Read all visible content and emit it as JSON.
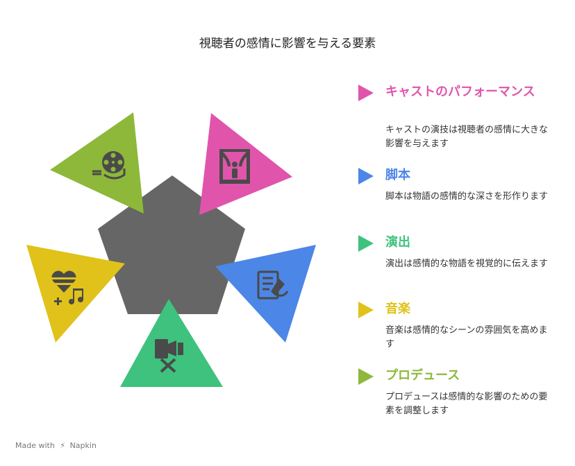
{
  "title": "視聴者の感情に影響を与える要素",
  "colors": {
    "center": "#666666",
    "cast": "#e055ab",
    "script": "#4c86e6",
    "direction": "#3ec27d",
    "music": "#e0c21a",
    "produce": "#8db83a",
    "icon": "#4a4a4a"
  },
  "items": [
    {
      "key": "cast",
      "label": "キャストのパフォーマンス",
      "description": "キャストの演技は視聴者の感情に大きな影響を与えます",
      "color": "#e055ab",
      "icon": "theater-stage-icon"
    },
    {
      "key": "script",
      "label": "脚本",
      "description": "脚本は物語の感情的な深さを形作ります",
      "color": "#4c86e6",
      "icon": "script-writing-icon"
    },
    {
      "key": "direction",
      "label": "演出",
      "description": "演出は感情的な物語を視覚的に伝えます",
      "color": "#3ec27d",
      "icon": "camera-off-icon"
    },
    {
      "key": "music",
      "label": "音楽",
      "description": "音楽は感情的なシーンの雰囲気を高めます",
      "color": "#e0c21a",
      "icon": "heart-music-icon"
    },
    {
      "key": "produce",
      "label": "プロデュース",
      "description": "プロデュースは感情的な影響のための要素を調整します",
      "color": "#8db83a",
      "icon": "film-reel-icon"
    }
  ],
  "footer": {
    "made_with": "Made with",
    "brand": "Napkin"
  }
}
